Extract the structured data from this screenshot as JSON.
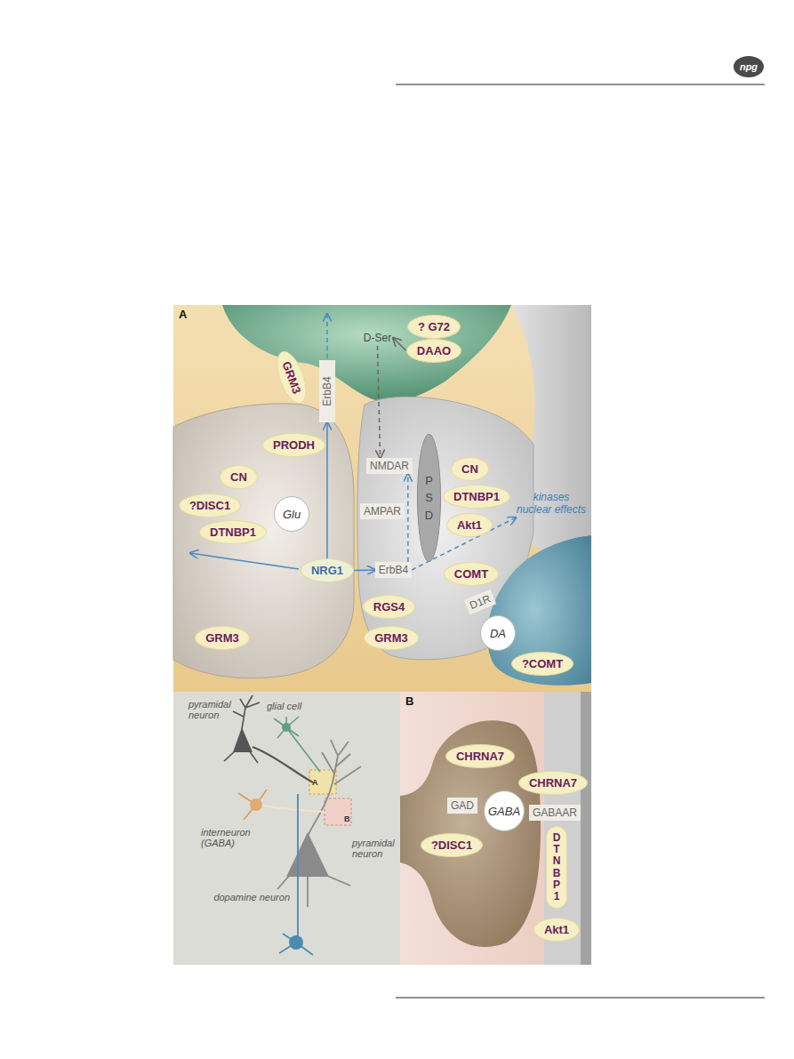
{
  "diagram": {
    "nodes": [
      {
        "text": [
          "A"
        ]
      },
      {
        "text": [
          "? G72"
        ],
        "in": 0
      },
      {
        "text": [
          "DAAO"
        ],
        "in": 0
      },
      {
        "text": [
          "D-Ser"
        ],
        "in": 0
      },
      {
        "text": [
          "GRM3"
        ],
        "in": 0
      },
      {
        "text": [
          "ErbB4"
        ],
        "in": 0
      },
      {
        "text": [
          "PRODH"
        ],
        "in": 0
      },
      {
        "text": [
          "CN"
        ],
        "in": 0
      },
      {
        "text": [
          "?DISC1"
        ],
        "in": 0
      },
      {
        "text": [
          "Glu"
        ],
        "in": 0
      },
      {
        "text": [
          "DTNBP1"
        ],
        "in": 0
      },
      {
        "text": [
          "NMDAR"
        ],
        "in": 0
      },
      {
        "text": [
          "CN"
        ],
        "in": 0
      },
      {
        "text": [
          "DTNBP1"
        ],
        "in": 0
      },
      {
        "text": [
          "P S D"
        ],
        "in": 0
      },
      {
        "text": [
          "AMPAR"
        ],
        "in": 0
      },
      {
        "text": [
          "kinases nuclear effects"
        ],
        "in": 0
      },
      {
        "text": [
          "Akt1"
        ],
        "in": 0
      },
      {
        "text": [
          "NRG1"
        ],
        "in": 0
      },
      {
        "text": [
          "ErbB4"
        ],
        "in": 0
      },
      {
        "text": [
          "COMT"
        ],
        "in": 0
      },
      {
        "text": [
          "D1R"
        ],
        "in": 0
      },
      {
        "text": [
          "RGS4"
        ],
        "in": 0
      },
      {
        "text": [
          "DA"
        ],
        "in": 0
      },
      {
        "text": [
          "GRM3"
        ],
        "in": 0
      },
      {
        "text": [
          "GRM3"
        ],
        "in": 0
      },
      {
        "text": [
          "?COMT"
        ],
        "in": 0
      },
      {
        "text": [
          "B"
        ]
      },
      {
        "text": [
          "CHRNA7"
        ],
        "in": 27
      },
      {
        "text": [
          "CHRNA7"
        ],
        "in": 27
      },
      {
        "text": [
          "GAD"
        ],
        "in": 27
      },
      {
        "text": [
          "GABA"
        ],
        "in": 27
      },
      {
        "text": [
          "GABAAR"
        ],
        "in": 27
      },
      {
        "text": [
          "?DISC1"
        ],
        "in": 27
      },
      {
        "text": [
          "DTNBP1"
        ],
        "in": 27
      },
      {
        "text": [
          "Akt1"
        ],
        "in": 27
      }
    ],
    "edges": [
      {
        "from": 18,
        "to": 5,
        "arrow": "to"
      },
      {
        "from": 18,
        "to": 19,
        "arrow": "to"
      },
      {
        "from": 19,
        "to": 11,
        "arrow": "to"
      },
      {
        "from": 19,
        "to": 16,
        "arrow": "to"
      },
      {
        "from": 2,
        "to": 3,
        "arrow": "to"
      },
      {
        "from": 3,
        "to": 11,
        "arrow": "to"
      }
    ],
    "labels": [
      "npg",
      "pyramidal neuron",
      "glial cell",
      "interneuron (GABA)",
      "A",
      "B",
      "pyramidal neuron",
      "dopamine neuron"
    ]
  }
}
